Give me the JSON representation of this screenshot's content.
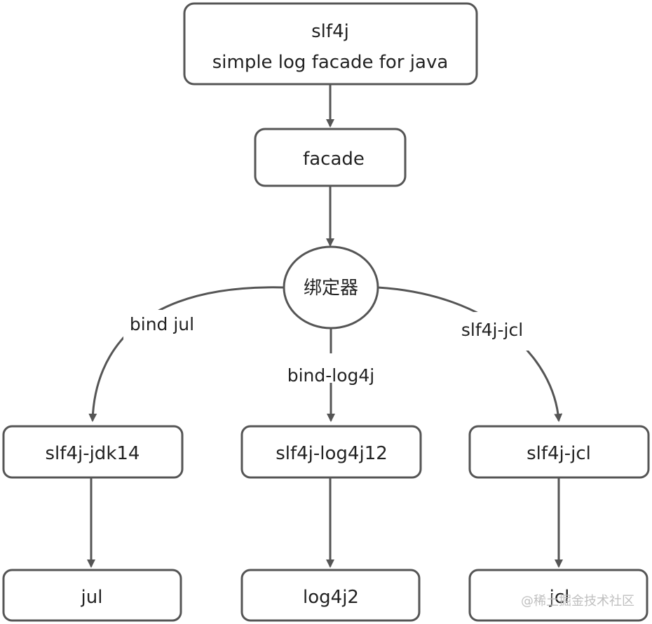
{
  "diagram": {
    "root": {
      "line1": "slf4j",
      "line2": "simple log facade for java"
    },
    "facade": "facade",
    "binder": "绑定器",
    "edges": {
      "left": "bind jul",
      "middle": "bind-log4j",
      "right": "slf4j-jcl"
    },
    "bindings": {
      "left": "slf4j-jdk14",
      "middle": "slf4j-log4j12",
      "right": "slf4j-jcl"
    },
    "impls": {
      "left": "jul",
      "middle": "log4j2",
      "right": "jcl"
    },
    "watermark": "@稀土掘金技术社区"
  }
}
